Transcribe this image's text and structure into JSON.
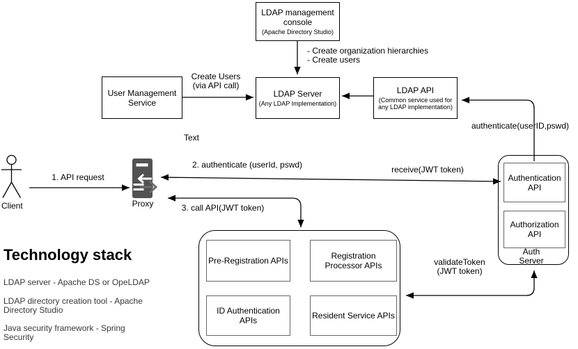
{
  "diagram": {
    "boxes": {
      "console": {
        "title": "LDAP management console",
        "subtitle": "(Apache Directory Studio)"
      },
      "ums": {
        "title": "User Management Service"
      },
      "ldap_server": {
        "title": "LDAP Server",
        "subtitle": "(Any LDAP Implementation)"
      },
      "ldap_api": {
        "title": "LDAP API",
        "subtitle": "(Common service used for\nany LDAP implementation)"
      },
      "authn": {
        "title": "Authentication API"
      },
      "authz": {
        "title": "Authorization API"
      },
      "auth_server_label": "Auth Server",
      "prereg": {
        "title": "Pre-Registration APIs"
      },
      "regproc": {
        "title": "Registration Processor APIs"
      },
      "idauth": {
        "title": "ID Authentication APIs"
      },
      "resident": {
        "title": "Resident Service APIs"
      }
    },
    "actors": {
      "client": "Client",
      "proxy": "Proxy"
    },
    "edge_labels": {
      "create_tasks": "- Create organization hierarchies\n- Create users",
      "create_users": "Create Users\n(via API call)",
      "text_label": "Text",
      "api_request": "1. API request",
      "authenticate2": "2. authenticate (userId, pswd)",
      "receive": "receive(JWT token)",
      "call_api3": "3. call API(JWT token)",
      "authenticate_ldap": "authenticate(userID,pswd)",
      "validate_token": "validateToken\n(JWT token)"
    },
    "tech_stack": {
      "title": "Technology stack",
      "items": [
        "LDAP server - Apache DS or OpeLDAP",
        "LDAP directory creation tool - Apache\nDirectory Studio",
        "Java security framework - Spring\nSecurity"
      ]
    },
    "colors": {
      "line": "#000000",
      "outer_border": "#000000",
      "inner_border": "#666666",
      "proxy_fill": "#525252"
    }
  }
}
